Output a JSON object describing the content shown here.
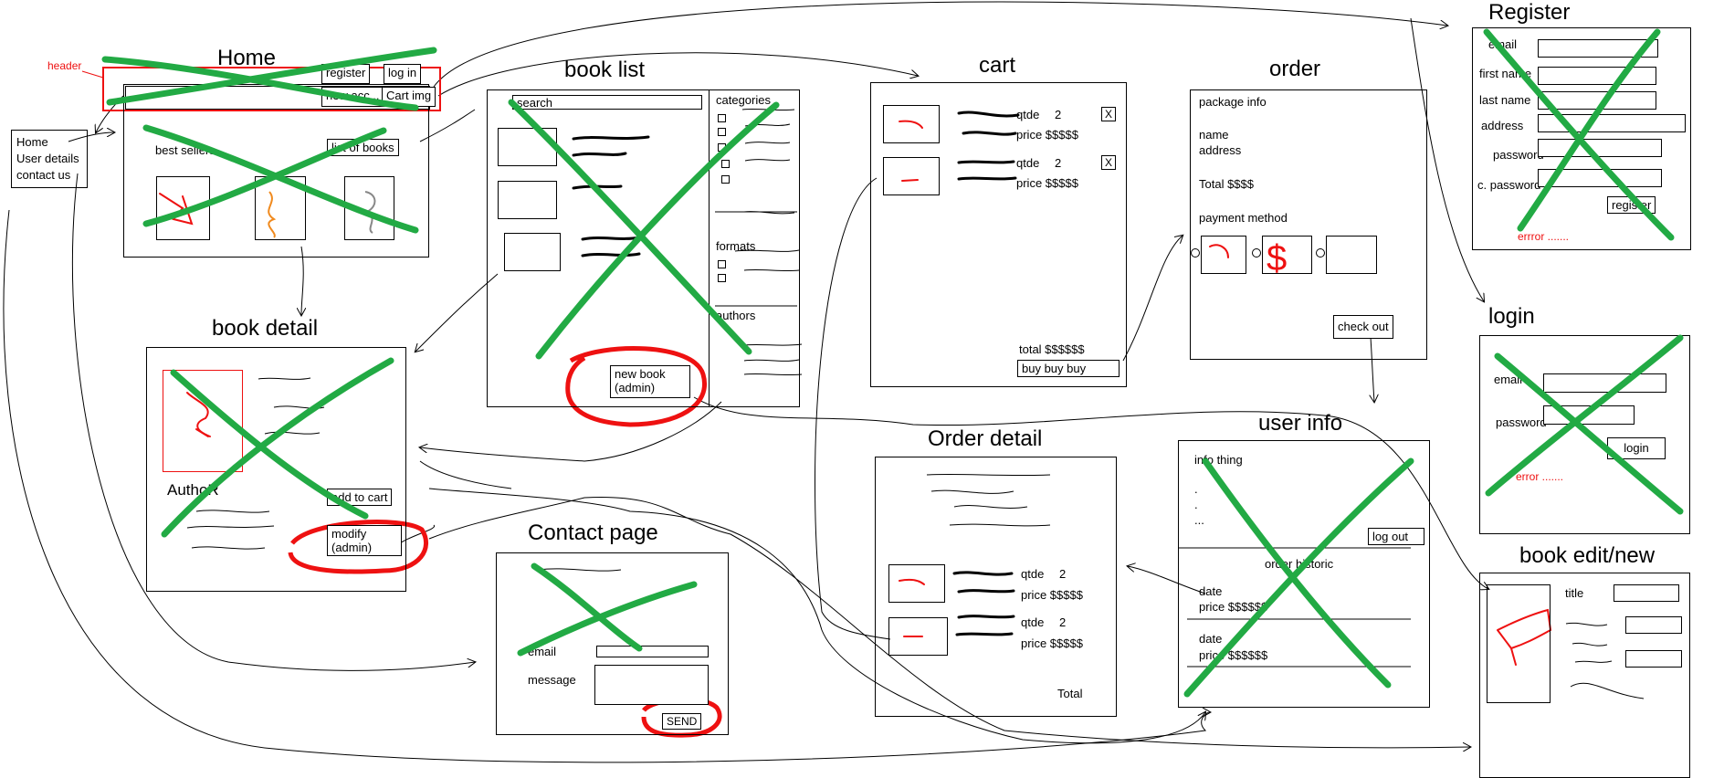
{
  "colors": {
    "ink": "#000000",
    "cross": "#22aa44",
    "highlight": "#ee1111",
    "orange": "#f08a1e"
  },
  "annotation": {
    "header": "header"
  },
  "home": {
    "title": "Home",
    "nav": [
      "Home",
      "User details",
      "contact us"
    ],
    "register": "register",
    "login": "log in",
    "new_account": "new acc...",
    "cart_img": "Cart img",
    "best_sellers": "best sellers",
    "list_books": "list of books"
  },
  "book_list": {
    "title": "book list",
    "search": "search",
    "categories": "categories",
    "formats": "formats",
    "authors": "authors",
    "new_book": "new book",
    "admin": "(admin)"
  },
  "book_detail": {
    "title": "book detail",
    "author": "AuthoR",
    "add_to_cart": "add to cart",
    "modify": "modify",
    "admin": "(admin)"
  },
  "cart": {
    "title": "cart",
    "items": [
      {
        "qty_label": "qtde",
        "qty": "2",
        "price": "price $$$$$",
        "remove": "X"
      },
      {
        "qty_label": "qtde",
        "qty": "2",
        "price": "price $$$$$",
        "remove": "X"
      }
    ],
    "total": "total $$$$$$",
    "buy": "buy buy buy"
  },
  "order": {
    "title": "order",
    "package_info": "package info",
    "name": "name",
    "address": "address",
    "total": "Total $$$$",
    "payment_method": "payment method",
    "checkout": "check out"
  },
  "register": {
    "title": "Register",
    "email": "email",
    "first_name": "first name",
    "last_name": "last name",
    "address": "address",
    "password": "password",
    "confirm_password": "c. password",
    "button": "register",
    "error": "errror ......."
  },
  "login": {
    "title": "login",
    "email": "email",
    "password": "password",
    "button": "login",
    "error": "error ......."
  },
  "book_edit": {
    "title": "book edit/new",
    "field_title": "title"
  },
  "contact": {
    "title": "Contact page",
    "email": "email",
    "message": "message",
    "send": "SEND"
  },
  "order_detail": {
    "title": "Order detail",
    "items": [
      {
        "qty_label": "qtde",
        "qty": "2",
        "price": "price $$$$$"
      },
      {
        "qty_label": "qtde",
        "qty": "2",
        "price": "price $$$$$"
      }
    ],
    "total": "Total"
  },
  "user_info": {
    "title": "user info",
    "info": "info thing",
    "dots": [
      ".",
      ".",
      "..."
    ],
    "logout": "log out",
    "order_historic": "order historic",
    "history": [
      {
        "date": "date",
        "price": "price $$$$$$"
      },
      {
        "date": "date",
        "price": "price $$$$$$"
      }
    ]
  }
}
